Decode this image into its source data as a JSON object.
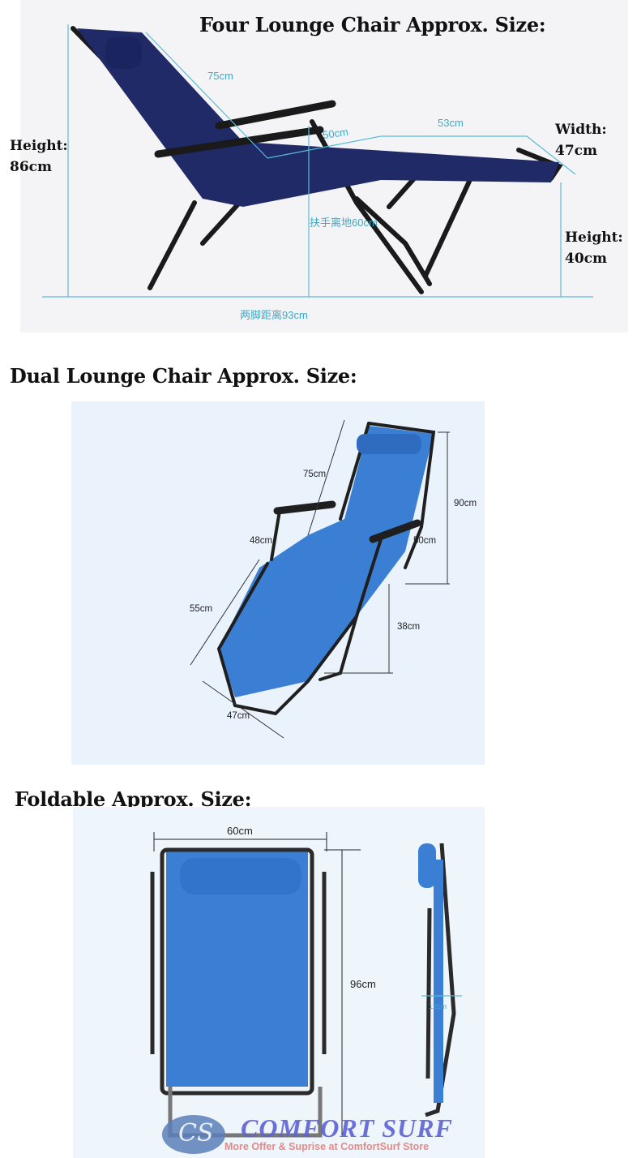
{
  "four_lounge": {
    "title": "Four Lounge Chair Approx. Size:",
    "height_label": "Height:",
    "height_value": "86cm",
    "width_label": "Width:",
    "width_value": "47cm",
    "seat_height_label": "Height:",
    "seat_height_value": "40cm",
    "back_length": "75cm",
    "seat_length": "50cm",
    "leg_length": "53cm",
    "armrest_height": "扶手离地60cm",
    "leg_span": "两脚距离93cm",
    "fabric_color": "#1f2a66"
  },
  "dual_lounge": {
    "title": "Dual Lounge Chair Approx. Size:",
    "back_length": "75cm",
    "total_height": "90cm",
    "seat_width": "48cm",
    "armrest_width": "50cm",
    "leg_length": "55cm",
    "seat_height": "38cm",
    "foot_width": "47cm",
    "fabric_color": "#3b7fd4"
  },
  "foldable": {
    "title": "Foldable Approx. Size:",
    "width": "60cm",
    "height": "96cm",
    "thickness": "12cm",
    "fabric_color": "#3b7fd4"
  },
  "watermark": {
    "logo_letters": "CS",
    "brand": "COMFORT SURF",
    "tagline": "More Offer & Suprise at ComfortSurf Store"
  }
}
